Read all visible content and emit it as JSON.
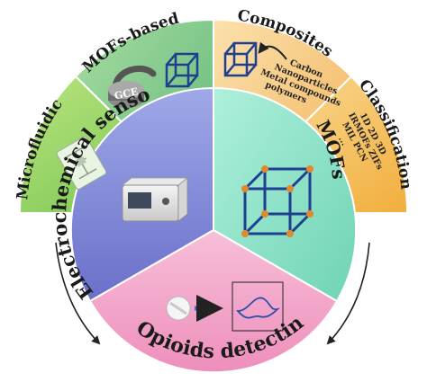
{
  "outer_ring": {
    "microfluidic": "Microfluidic",
    "mofs_based": "MOFs-based",
    "gce": "GCE",
    "composites": {
      "title": "Composites",
      "items": [
        "Carbon",
        "Nanoparticles",
        "Metal compounds",
        "polymers"
      ]
    },
    "classification": {
      "title": "Classification",
      "items": [
        "1D 2D 3D",
        "IRMOFs ZIFs",
        "MIL PCN",
        "..."
      ]
    }
  },
  "inner_circle": {
    "electrochemical_sensors": "Electrochemical sensors",
    "mofs": "MOFs",
    "opioids_detecting": "Opioids detecting"
  },
  "colors": {
    "microfluidic_sector": "#8ccf63",
    "mofs_based_sector": "#7cc48a",
    "composites_sector": "#f6c985",
    "classification_sector": "#f5c36a",
    "sensors_sector": "#7e86d6",
    "mofs_sector": "#8fe0c6",
    "opioids_sector": "#f2a4c8",
    "cube_edge": "#1f3f8f",
    "cube_node": "#e08a2e"
  }
}
